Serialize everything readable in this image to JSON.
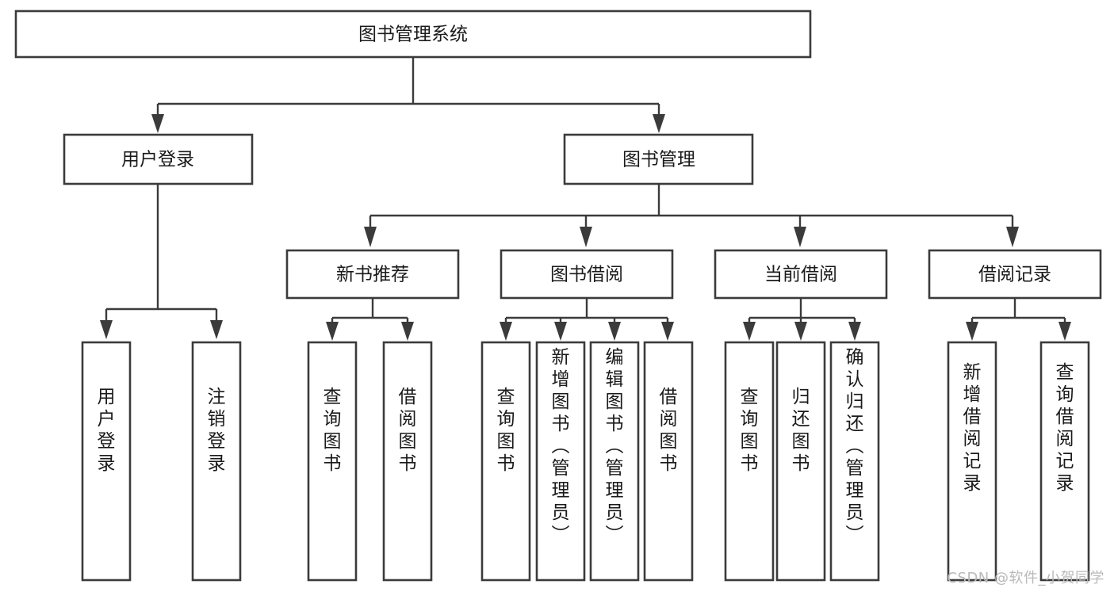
{
  "diagram": {
    "type": "hierarchy-tree",
    "title": "图书管理系统",
    "watermark": "CSDN @软件_小贺同学",
    "colors": {
      "stroke": "#3b3b3b",
      "fill": "#ffffff",
      "text": "#1a1a1a",
      "watermark": "#b9b9b9"
    },
    "root": {
      "label": "图书管理系统"
    },
    "level2": [
      {
        "label": "用户登录"
      },
      {
        "label": "图书管理"
      }
    ],
    "level3": [
      {
        "label": "新书推荐"
      },
      {
        "label": "图书借阅"
      },
      {
        "label": "当前借阅"
      },
      {
        "label": "借阅记录"
      }
    ],
    "leaves": {
      "user_login": [
        {
          "label": "用户登录"
        },
        {
          "label": "注销登录"
        }
      ],
      "new_book_recommend": [
        {
          "label": "查询图书"
        },
        {
          "label": "借阅图书"
        }
      ],
      "book_borrow": [
        {
          "label": "查询图书"
        },
        {
          "label": "新增图书（管理员）"
        },
        {
          "label": "编辑图书（管理员）"
        },
        {
          "label": "借阅图书"
        }
      ],
      "current_borrow": [
        {
          "label": "查询图书"
        },
        {
          "label": "归还图书"
        },
        {
          "label": "确认归还（管理员）"
        }
      ],
      "borrow_record": [
        {
          "label": "新增借阅记录"
        },
        {
          "label": "查询借阅记录"
        }
      ]
    }
  }
}
